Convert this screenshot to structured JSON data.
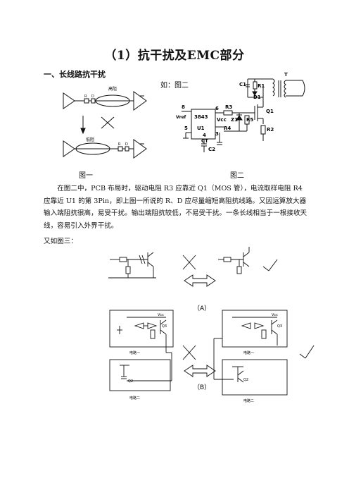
{
  "title": "（1）抗干扰及EMC部分",
  "section1": "一、长线路抗干扰",
  "fig1": {
    "high": "高阻",
    "low": "低阻",
    "r": "R",
    "d": "D",
    "caption": "图一"
  },
  "fig2": {
    "intro": "如：图二",
    "chip": "3843",
    "u1": "U1",
    "pin8": "8",
    "pin5": "5",
    "pin6": "6",
    "pin3": "3",
    "pin4": "4",
    "vref": "Vref",
    "vcc": "Vcc",
    "r1": "R1",
    "r2": "R2",
    "r3": "R3",
    "r4": "R4",
    "r5": "R5",
    "c1": "C1",
    "c2": "C2",
    "ct": "CT",
    "d1": "D1",
    "z1": "Z1",
    "q1": "Q1",
    "t": "T",
    "caption": "图二"
  },
  "paragraph1": "在图二中，PCB 布局时，驱动电阻 R3 应靠近 Q1（MOS 管），电流取样电阻 R4 应靠近 U1 的第 3Pin，即上图一所说的 R、D 应尽量缩短高阻抗线路。又因运算放大器输入端阻抗很高，易受干扰。输出端阻抗较低，不易受干扰。一条长线相当于一根接收天线，容易引入外界干扰。",
  "intro3": "又如图三：",
  "fig3": {
    "label_a": "（A）",
    "label_b": "（B）",
    "circuit1": "电路一",
    "circuit2": "电路二",
    "vcc": "Vcc",
    "q3": "Q3",
    "q2": "Q2"
  }
}
